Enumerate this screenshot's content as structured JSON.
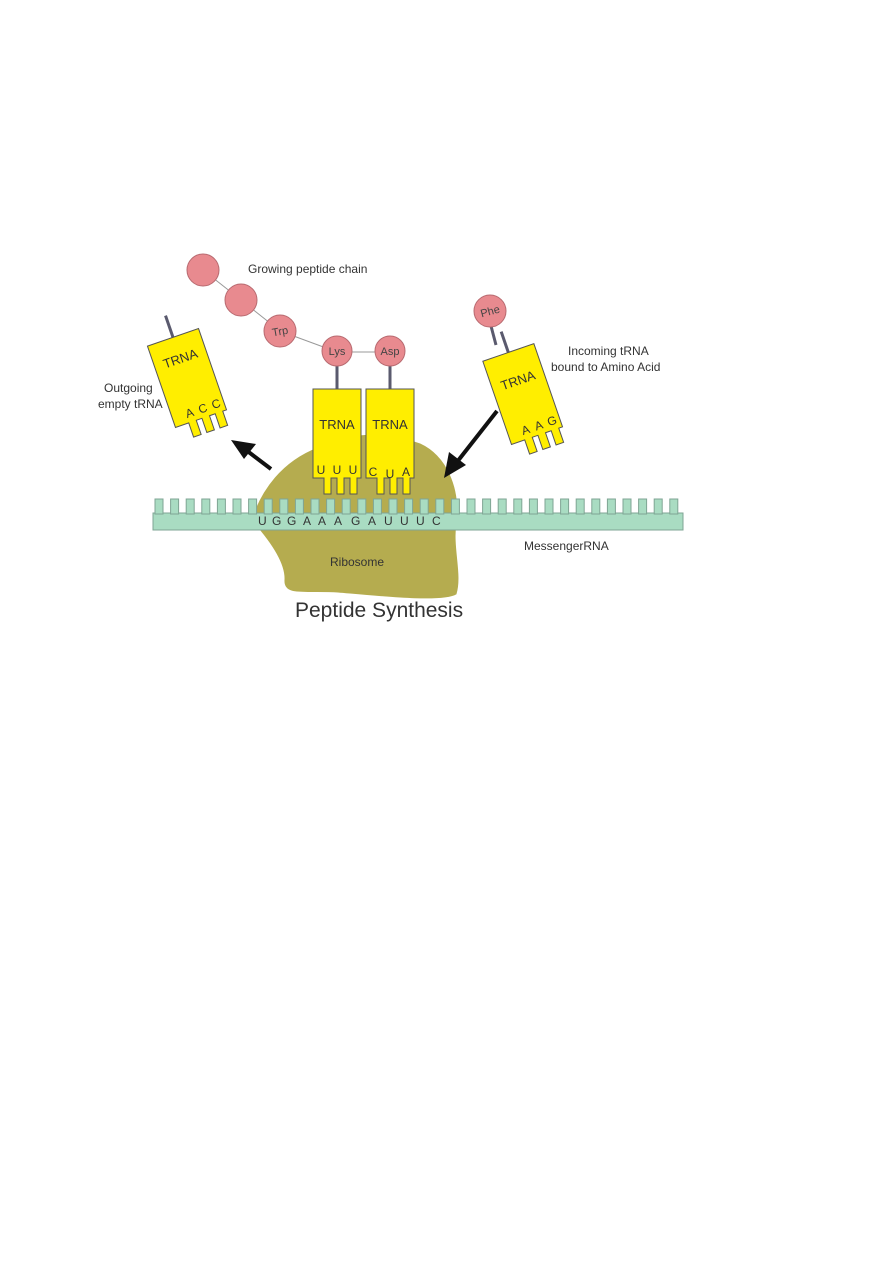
{
  "diagram": {
    "title": "Peptide Synthesis",
    "labels": {
      "growing_chain": "Growing peptide chain",
      "incoming_line1": "Incoming  tRNA",
      "incoming_line2": "bound to Amino Acid",
      "outgoing_line1": "Outgoing",
      "outgoing_line2": "empty tRNA",
      "ribosome": "Ribosome",
      "mrna": "MessengerRNA"
    },
    "amino_acids": {
      "trp": "Trp",
      "lys": "Lys",
      "asp": "Asp",
      "phe": "Phe"
    },
    "trna": {
      "label": "TRNA",
      "outgoing_anticodon": [
        "A",
        "C",
        "C"
      ],
      "lys_anticodon": [
        "U",
        "U",
        "U"
      ],
      "asp_anticodon": [
        "C",
        "U",
        "A"
      ],
      "incoming_anticodon": [
        "A",
        "A",
        "G"
      ]
    },
    "mrna_bases": [
      "U",
      "G",
      "G",
      "A",
      "A",
      "A",
      "G",
      "A",
      "U",
      "U",
      "U",
      "C"
    ],
    "colors": {
      "trna_fill": "#ffee00",
      "amino_acid_fill": "#e88a8f",
      "ribosome_fill": "#b5ac4f",
      "mrna_fill": "#a9dcc2",
      "arrow": "#111111"
    }
  }
}
